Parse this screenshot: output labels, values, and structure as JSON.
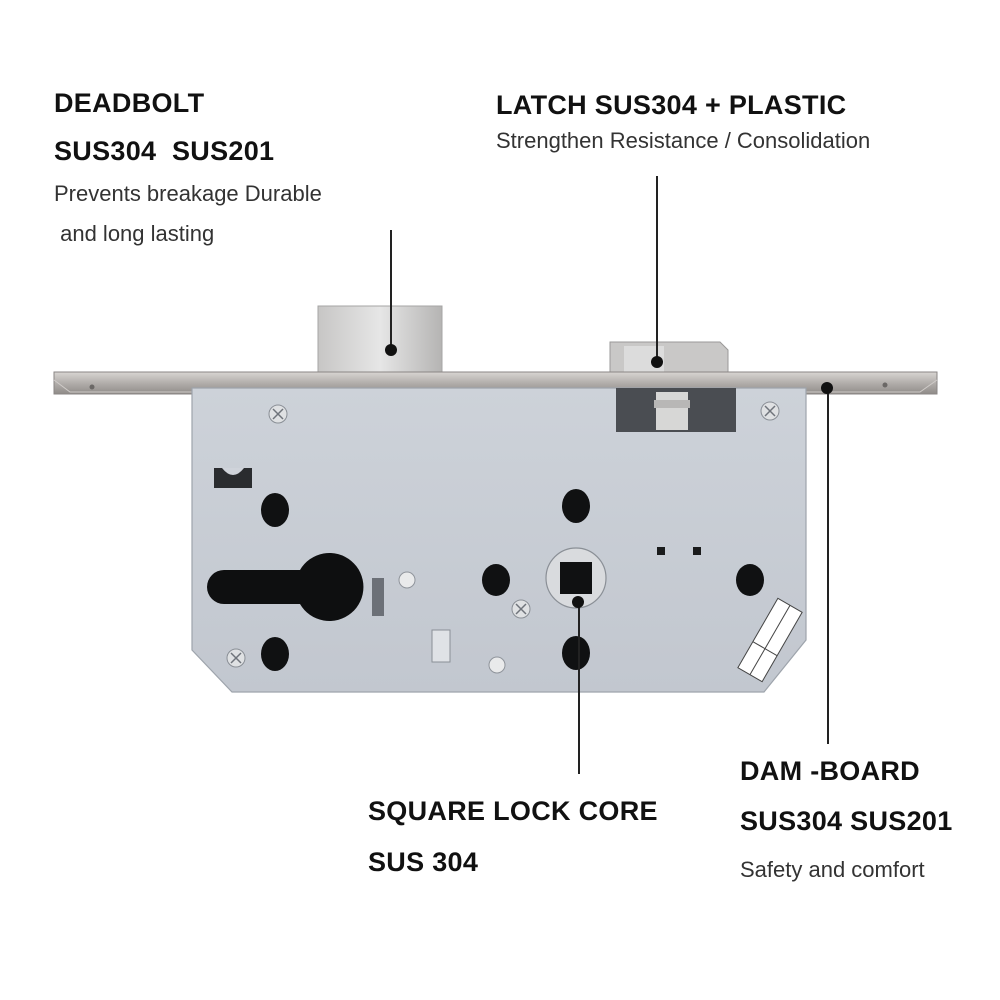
{
  "deadbolt": {
    "title": "DEADBOLT",
    "material": "SUS304  SUS201",
    "desc_line1": "Prevents breakage Durable",
    "desc_line2": " and long lasting"
  },
  "latch": {
    "title": "LATCH SUS304 + PLASTIC",
    "desc": "Strengthen Resistance / Consolidation"
  },
  "core": {
    "title": "SQUARE LOCK CORE",
    "material": "SUS 304"
  },
  "dam_board": {
    "title": "DAM -BOARD",
    "material": "SUS304 SUS201",
    "desc": "Safety and comfort"
  },
  "colors": {
    "background": "#ffffff",
    "body": "#c9ced6",
    "faceplate": "#a9a6a3",
    "text": "#111111"
  }
}
